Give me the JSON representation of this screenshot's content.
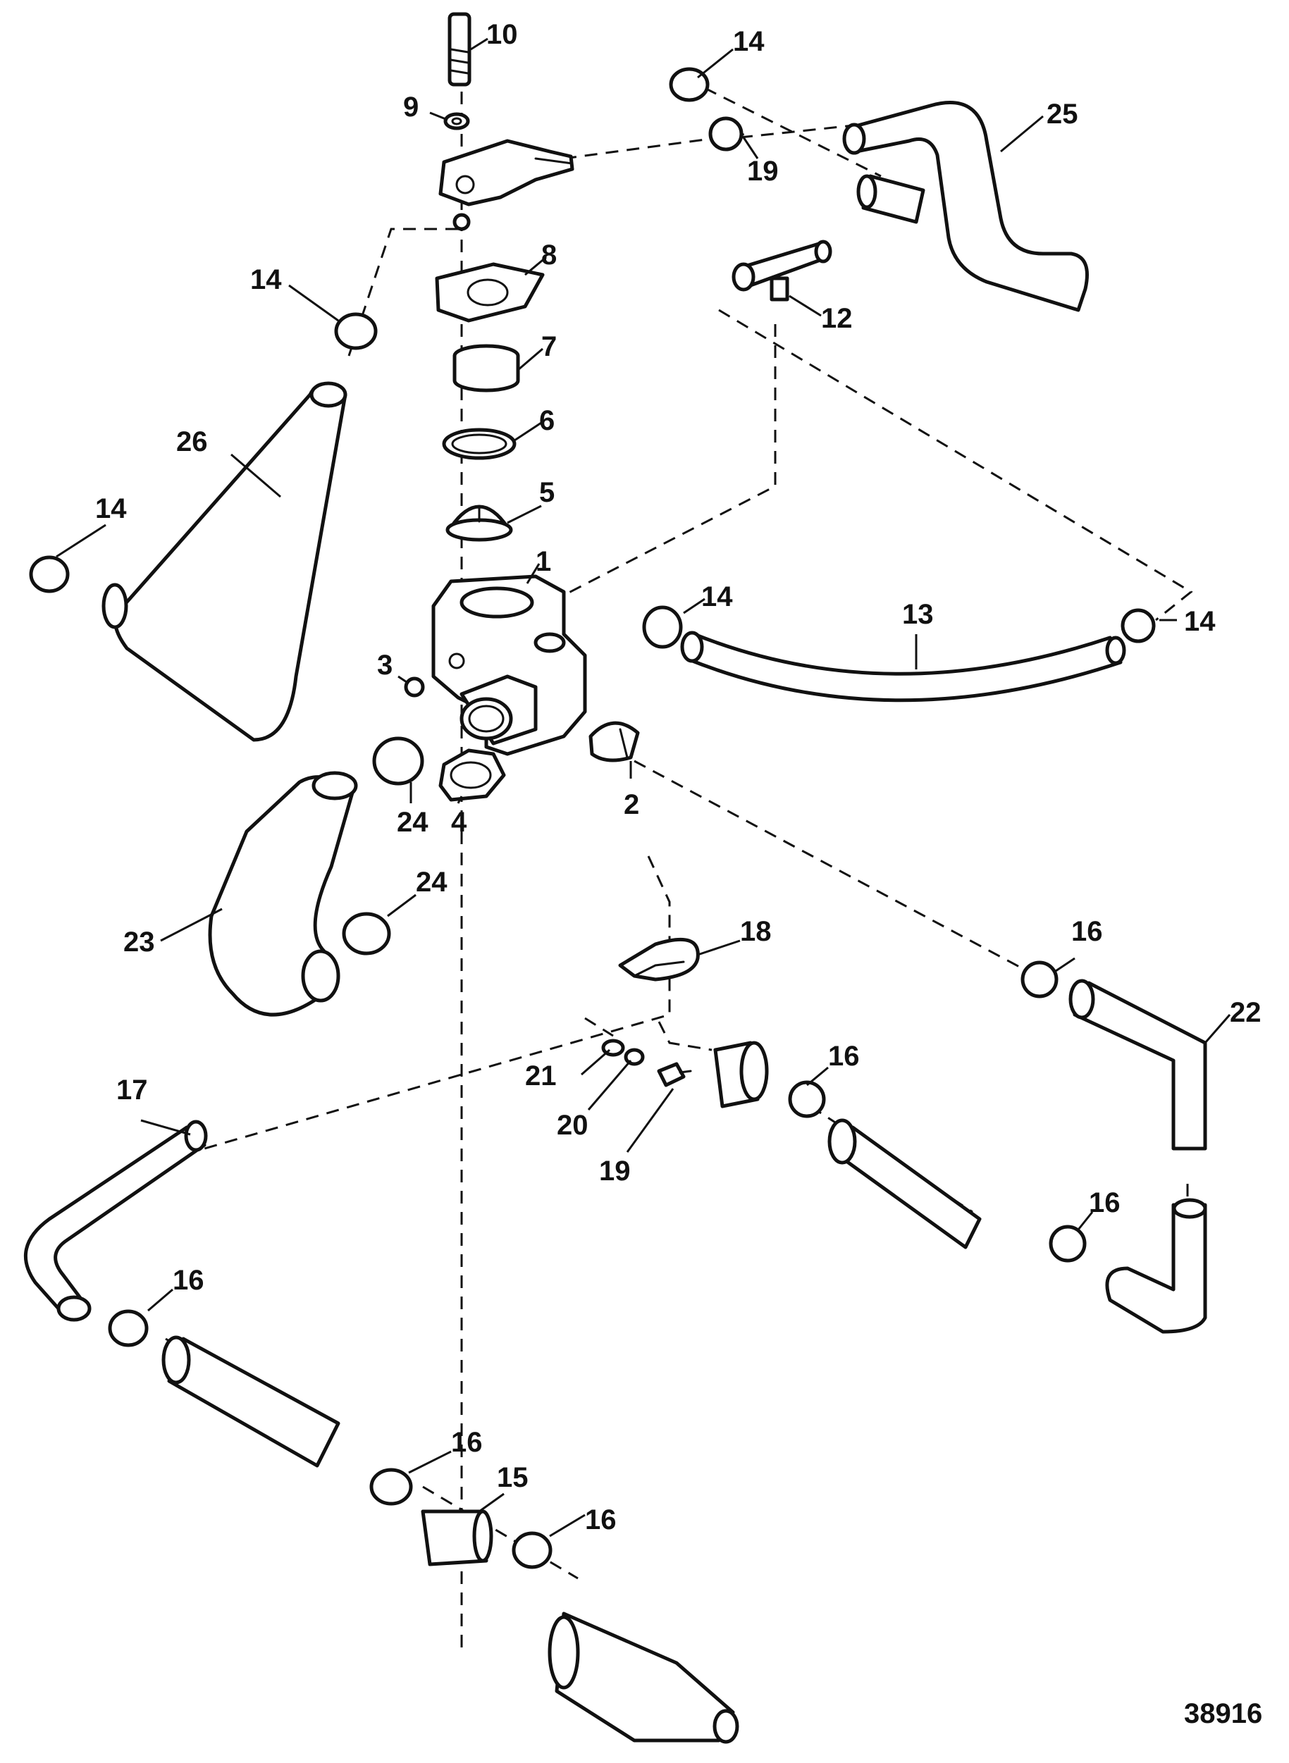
{
  "diagram": {
    "reference_number": "38916",
    "callouts": {
      "c1": "1",
      "c2": "2",
      "c3": "3",
      "c4": "4",
      "c5": "5",
      "c6": "6",
      "c7": "7",
      "c8": "8",
      "c9": "9",
      "c10": "10",
      "c12": "12",
      "c13": "13",
      "c14a": "14",
      "c14b": "14",
      "c14c": "14",
      "c14d": "14",
      "c14e": "14",
      "c15": "15",
      "c16a": "16",
      "c16b": "16",
      "c16c": "16",
      "c16d": "16",
      "c16e": "16",
      "c16f": "16",
      "c17": "17",
      "c18": "18",
      "c19a": "19",
      "c19b": "19",
      "c20": "20",
      "c21": "21",
      "c22": "22",
      "c23": "23",
      "c24a": "24",
      "c24b": "24",
      "c25": "25",
      "c26": "26"
    }
  }
}
